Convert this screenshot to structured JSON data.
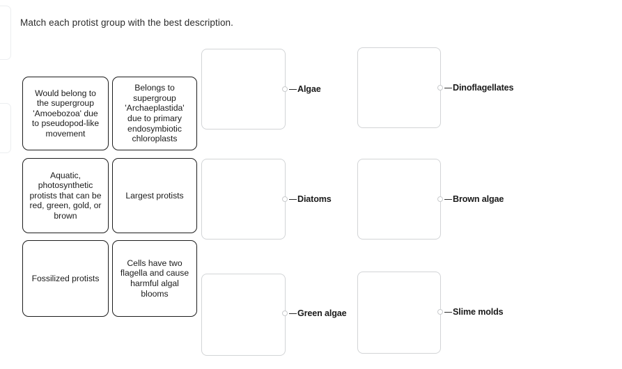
{
  "page": {
    "background": "#ffffff",
    "prompt": "Match each protist group with the best description."
  },
  "theme": {
    "card_border": "#1c1c1c",
    "zone_border": "#d2d4d6",
    "connector_ring": "#c9cbcd",
    "connector_dash": "#2a2a2a",
    "text": "#1a1a1a",
    "ghost_border": "#eceef0"
  },
  "cards": [
    {
      "id": "card-amoebozoa",
      "text": "Would belong to the supergroup 'Amoebozoa' due to pseudopod-like movement"
    },
    {
      "id": "card-archaeplastida",
      "text": "Belongs to supergroup 'Archaeplastida' due to primary endosymbiotic chloroplasts"
    },
    {
      "id": "card-aquatic",
      "text": "Aquatic, photosynthetic protists that can be red, green, gold, or brown"
    },
    {
      "id": "card-largest",
      "text": "Largest protists"
    },
    {
      "id": "card-fossilized",
      "text": "Fossilized protists"
    },
    {
      "id": "card-flagella",
      "text": "Cells have two flagella and cause harmful algal blooms"
    }
  ],
  "targets": [
    {
      "id": "target-algae",
      "label": "Algae",
      "answer": ""
    },
    {
      "id": "target-dinoflagellates",
      "label": "Dinoflagellates",
      "answer": ""
    },
    {
      "id": "target-diatoms",
      "label": "Diatoms",
      "answer": ""
    },
    {
      "id": "target-brown-algae",
      "label": "Brown algae",
      "answer": ""
    },
    {
      "id": "target-green-algae",
      "label": "Green algae",
      "answer": ""
    },
    {
      "id": "target-slime-molds",
      "label": "Slime molds",
      "answer": ""
    }
  ]
}
